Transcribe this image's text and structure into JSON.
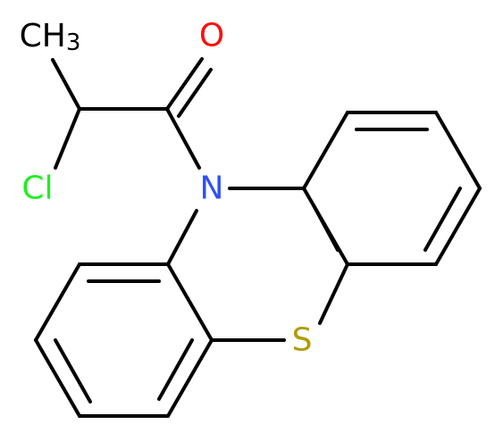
{
  "colors": {
    "bond": "#000000",
    "carbon": "#000000",
    "oxygen": "#ff0d0d",
    "nitrogen": "#3050f8",
    "sulfur": "#b29b00",
    "chlorine": "#1ff01f"
  },
  "atoms": {
    "methyl": {
      "main": "CH",
      "sub": "3"
    },
    "oxygen": "O",
    "nitrogen": "N",
    "chlorine": "Cl",
    "sulfur": "S"
  }
}
